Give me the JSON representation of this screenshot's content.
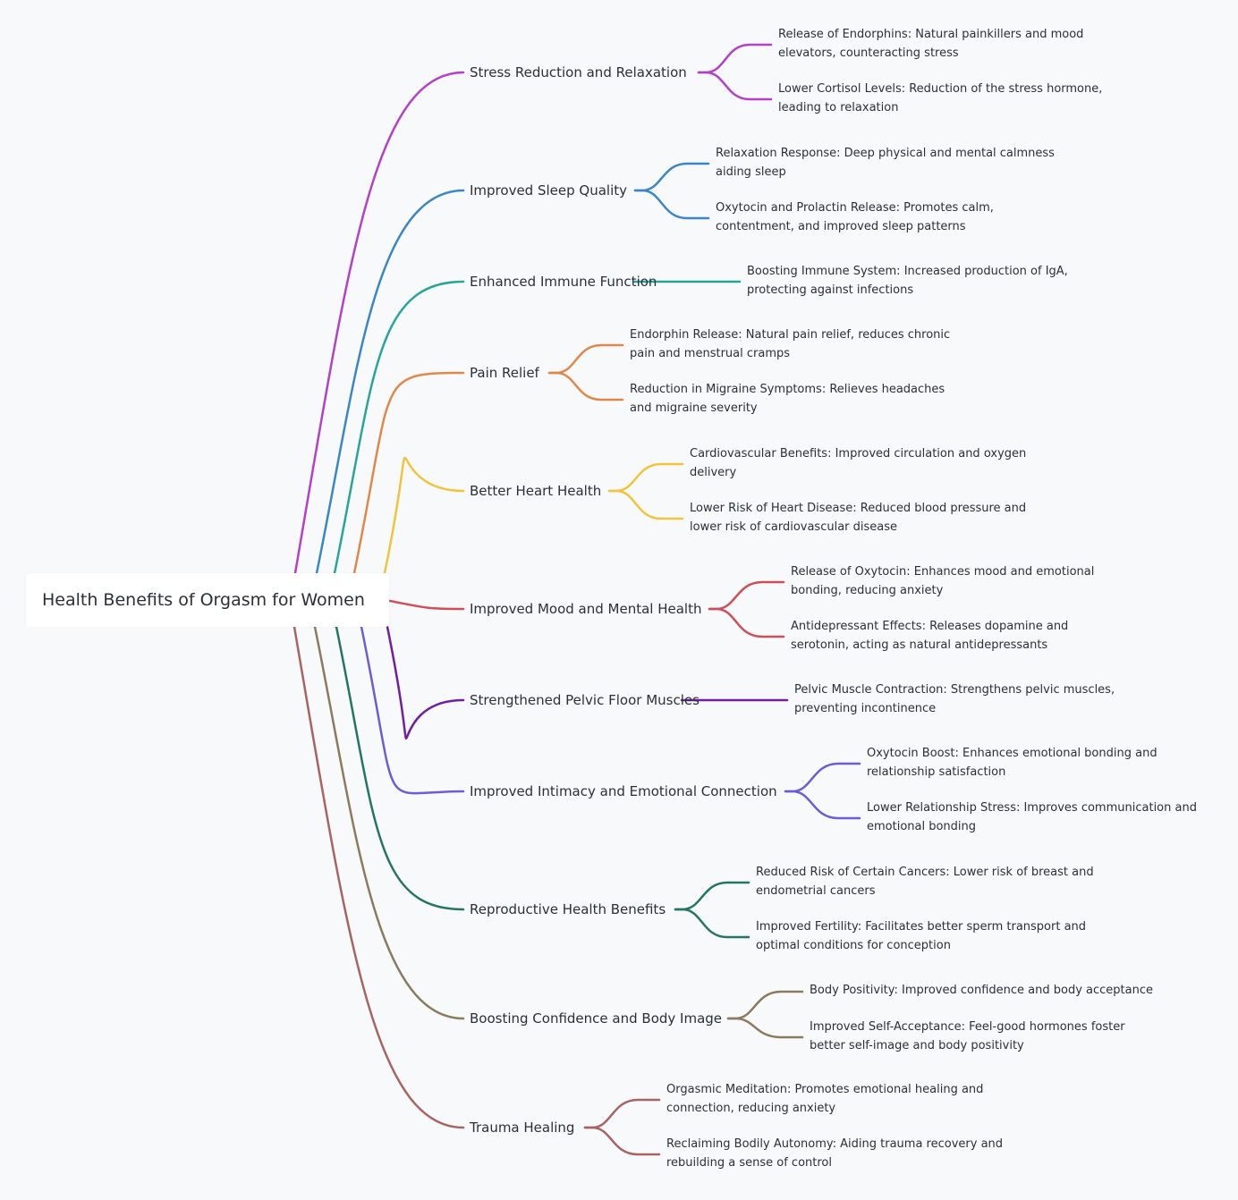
{
  "root": {
    "label": "Health Benefits of Orgasm for Women"
  },
  "branches": [
    {
      "label": "Stress Reduction and Relaxation",
      "color": "#b340c9",
      "children": [
        "Release of Endorphins: Natural painkillers and mood\nelevators, counteracting stress",
        "Lower Cortisol Levels: Reduction of the stress hormone,\nleading to relaxation"
      ]
    },
    {
      "label": "Improved Sleep Quality",
      "color": "#3b86c6",
      "children": [
        "Relaxation Response: Deep physical and mental calmness\naiding sleep",
        "Oxytocin and Prolactin Release: Promotes calm,\ncontentment, and improved sleep patterns"
      ]
    },
    {
      "label": "Enhanced Immune Function",
      "color": "#27a59a",
      "children": [
        "Boosting Immune System: Increased production of IgA,\nprotecting against infections"
      ]
    },
    {
      "label": "Pain Relief",
      "color": "#e0884a",
      "children": [
        "Endorphin Release: Natural pain relief, reduces chronic\npain and menstrual cramps",
        "Reduction in Migraine Symptoms: Relieves headaches\nand migraine severity"
      ]
    },
    {
      "label": "Better Heart Health",
      "color": "#f0c43c",
      "children": [
        "Cardiovascular Benefits: Improved circulation and oxygen\ndelivery",
        "Lower Risk of Heart Disease: Reduced blood pressure and\nlower risk of cardiovascular disease"
      ]
    },
    {
      "label": "Improved Mood and Mental Health",
      "color": "#cc4f5a",
      "children": [
        "Release of Oxytocin: Enhances mood and emotional\nbonding, reducing anxiety",
        "Antidepressant Effects: Releases dopamine and\nserotonin, acting as natural antidepressants"
      ]
    },
    {
      "label": "Strengthened Pelvic Floor Muscles",
      "color": "#6f1fa0",
      "children": [
        "Pelvic Muscle Contraction: Strengthens pelvic muscles,\npreventing incontinence"
      ]
    },
    {
      "label": "Improved Intimacy and Emotional Connection",
      "color": "#6d5bd8",
      "children": [
        "Oxytocin Boost: Enhances emotional bonding and\nrelationship satisfaction",
        "Lower Relationship Stress: Improves communication and\nemotional bonding"
      ]
    },
    {
      "label": "Reproductive Health Benefits",
      "color": "#257566",
      "children": [
        "Reduced Risk of Certain Cancers: Lower risk of breast and\nendometrial cancers",
        "Improved Fertility: Facilitates better sperm transport and\noptimal conditions for conception"
      ]
    },
    {
      "label": "Boosting Confidence and Body Image",
      "color": "#8c7a5e",
      "children": [
        "Body Positivity: Improved confidence and body acceptance",
        "Improved Self-Acceptance: Feel-good hormones foster\nbetter self-image and body positivity"
      ]
    },
    {
      "label": "Trauma Healing",
      "color": "#a86464",
      "children": [
        "Orgasmic Meditation: Promotes emotional healing and\nconnection, reducing anxiety",
        "Reclaiming Bodily Autonomy: Aiding trauma recovery and\nrebuilding a sense of control"
      ]
    }
  ]
}
